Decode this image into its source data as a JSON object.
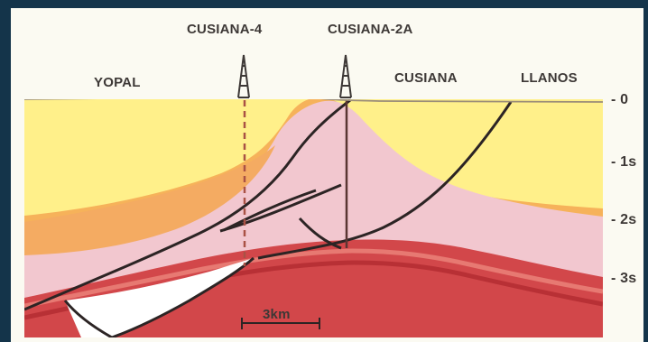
{
  "cross_section": {
    "wells": [
      {
        "name": "CUSIANA-4"
      },
      {
        "name": "CUSIANA-2A"
      }
    ],
    "areas": [
      {
        "name": "YOPAL"
      },
      {
        "name": "CUSIANA"
      },
      {
        "name": "LLANOS"
      }
    ],
    "depth_ticks": [
      "- 0",
      "- 1s",
      "- 2s",
      "- 3s"
    ],
    "scale_bar": {
      "label": "3km"
    },
    "colors": {
      "surface_yellow": "#fff08a",
      "orange": "#f6b25a",
      "pink": "#f2c7cf",
      "red": "#d2474a",
      "white_wedge": "#ffffff",
      "frame": "#14344a",
      "line": "#2c2424"
    }
  }
}
